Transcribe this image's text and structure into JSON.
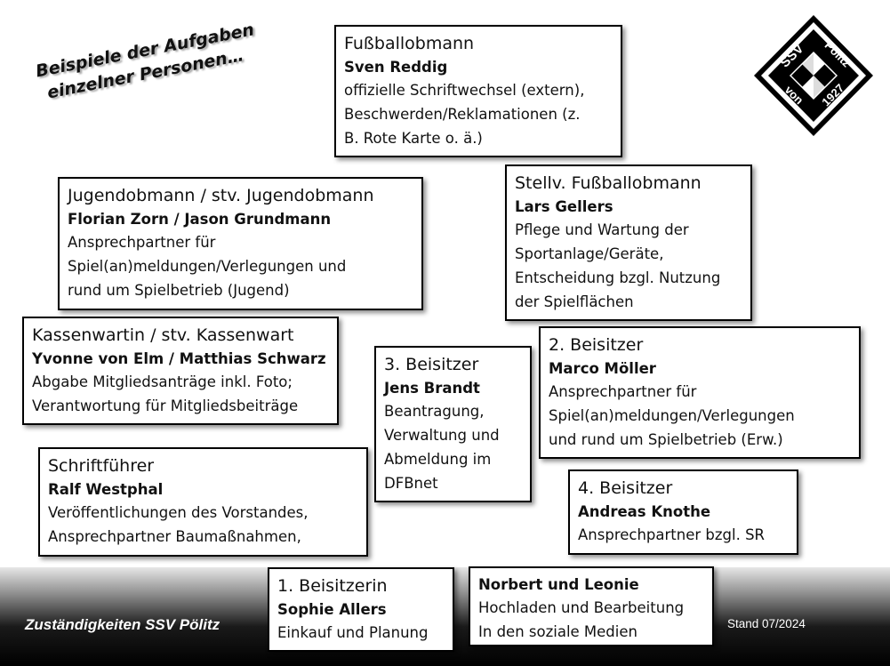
{
  "heading": {
    "line1": "Beispiele der Aufgaben",
    "line2": "einzelner Personen…"
  },
  "logo": {
    "top_text": "SSV",
    "right_text": "Pölitz",
    "left_text": "von",
    "bottom_text": "1927"
  },
  "footer": {
    "title": "Zuständigkeiten SSV Pölitz",
    "date": "Stand 07/2024"
  },
  "boxes": {
    "fussballobmann": {
      "title": "Fußballobmann",
      "name": "Sven Reddig",
      "desc": [
        "offizielle Schriftwechsel (extern),",
        "Beschwerden/Reklamationen (z.",
        "B. Rote Karte o. ä.)"
      ]
    },
    "jugendobmann": {
      "title": "Jugendobmann / stv. Jugendobmann",
      "name": "Florian Zorn / Jason Grundmann",
      "desc": [
        "Ansprechpartner für",
        "Spiel(an)meldungen/Verlegungen und",
        "rund um Spielbetrieb (Jugend)"
      ]
    },
    "stellv_fussballobmann": {
      "title": "Stellv. Fußballobmann",
      "name": "Lars Gellers",
      "desc": [
        "Pflege und Wartung der",
        "Sportanlage/Geräte,",
        "Entscheidung bzgl. Nutzung",
        "der Spielflächen"
      ]
    },
    "kassenwartin": {
      "title": "Kassenwartin / stv. Kassenwart",
      "name": "Yvonne von Elm / Matthias Schwarz",
      "desc": [
        "Abgabe Mitgliedsanträge inkl. Foto;",
        "Verantwortung für Mitgliedsbeiträge"
      ]
    },
    "beisitzer3": {
      "title": "3. Beisitzer",
      "name": "Jens Brandt",
      "desc": [
        "Beantragung,",
        "Verwaltung und",
        "Abmeldung im",
        "DFBnet"
      ]
    },
    "beisitzer2": {
      "title": "2. Beisitzer",
      "name": "Marco Möller",
      "desc": [
        "Ansprechpartner für",
        "Spiel(an)meldungen/Verlegungen",
        "und rund um Spielbetrieb (Erw.)"
      ]
    },
    "schriftfuehrer": {
      "title": "Schriftführer",
      "name": "Ralf Westphal",
      "desc": [
        "Veröffentlichungen des Vorstandes,",
        "Ansprechpartner Baumaßnahmen,"
      ]
    },
    "beisitzer4": {
      "title": "4. Beisitzer",
      "name": "Andreas Knothe",
      "desc": [
        "Ansprechpartner bzgl. SR"
      ]
    },
    "beisitzerin1": {
      "title": "1. Beisitzerin",
      "name": "Sophie Allers",
      "desc": [
        "Einkauf und Planung"
      ]
    },
    "social_media": {
      "name": "Norbert und Leonie",
      "desc": [
        "Hochladen und Bearbeitung",
        "In den soziale Medien"
      ]
    }
  }
}
